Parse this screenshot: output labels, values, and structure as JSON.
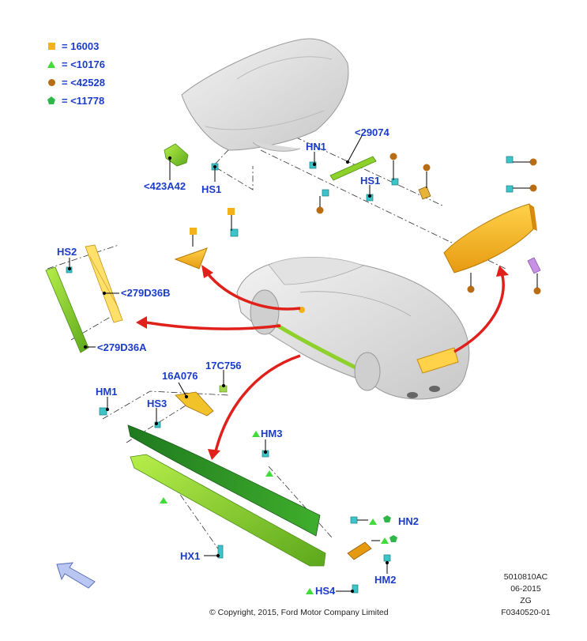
{
  "legend": [
    {
      "symbol": "square",
      "color": "#f2b21b",
      "text": "16003"
    },
    {
      "symbol": "triangle",
      "color": "#3fdc3a",
      "text": "<10176"
    },
    {
      "symbol": "circle",
      "color": "#b86c14",
      "text": "<42528"
    },
    {
      "symbol": "pentagon",
      "color": "#2fb84a",
      "text": "<11778"
    }
  ],
  "parts": {
    "p423A42": "<423A42",
    "hs1_left": "HS1",
    "hn1": "HN1",
    "p29074": "<29074",
    "hs1_right": "HS1",
    "hs2": "HS2",
    "p279D36B": "<279D36B",
    "p279D36A": "<279D36A",
    "hm1": "HM1",
    "p16A076": "16A076",
    "p17C756": "17C756",
    "hs3": "HS3",
    "hm3": "HM3",
    "hn2": "HN2",
    "hx1": "HX1",
    "hm2": "HM2",
    "hs4": "HS4"
  },
  "footer": {
    "copyright": "© Copyright, 2015, Ford Motor Company Limited",
    "doc_id": "5010810AC",
    "date": "06-2015",
    "code": "ZG",
    "figure": "F0340520-01"
  },
  "colors": {
    "label": "#1b3cc8",
    "spoiler_yellow": "#f2b21b",
    "skirt_green": "#8ed12b",
    "fastener_cyan": "#3cc4c8",
    "callout_red": "#e0201a"
  }
}
